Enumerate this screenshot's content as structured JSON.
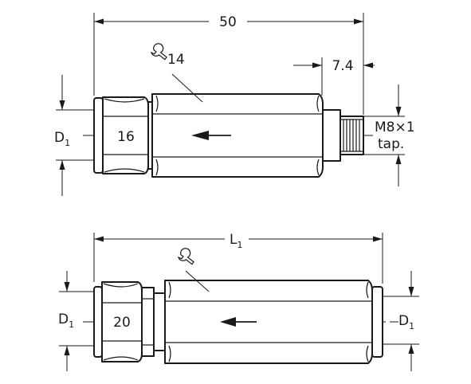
{
  "top_view": {
    "overall_length": "50",
    "wrench_size": "14",
    "nut_size": "16",
    "thread_length": "7.4",
    "thread_spec_line1": "M8×1",
    "thread_spec_line2": "tap.",
    "diameter_label": "D",
    "diameter_subscript": "1"
  },
  "bottom_view": {
    "length_label": "L",
    "length_subscript": "1",
    "nut_size": "20",
    "left_diameter_label": "D",
    "left_diameter_subscript": "1",
    "right_diameter_label": "D",
    "right_diameter_subscript": "1"
  },
  "icons": [
    "wrench-icon",
    "flow-direction-arrow"
  ]
}
